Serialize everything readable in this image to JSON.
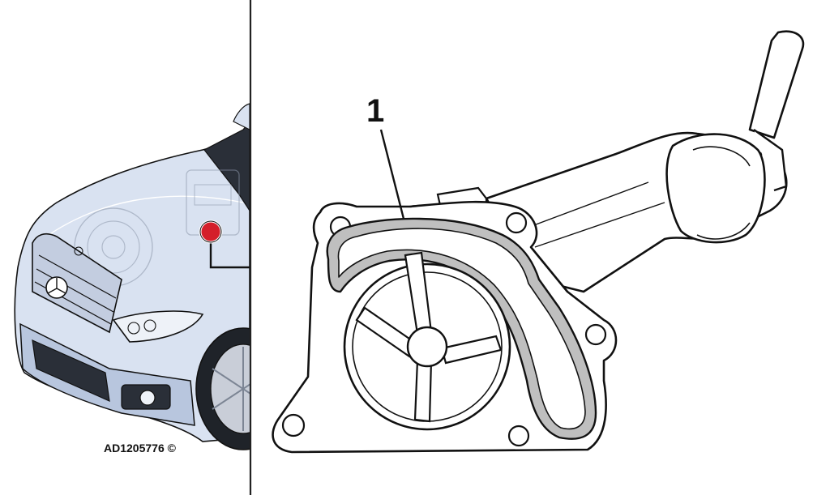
{
  "figure": {
    "reference_code": "AD1205776 ©",
    "callouts": [
      {
        "number": "1"
      }
    ]
  },
  "colors": {
    "car_body": "#d9e2f1",
    "car_body_shadow": "#b8c6de",
    "locator_dot": "#d41f2a",
    "line": "#111111",
    "gasket_fill": "#bfbfbf",
    "divider": "#222222"
  },
  "icons": {
    "locator": "red-dot-marker",
    "brand": "three-pointed-star-emblem"
  }
}
